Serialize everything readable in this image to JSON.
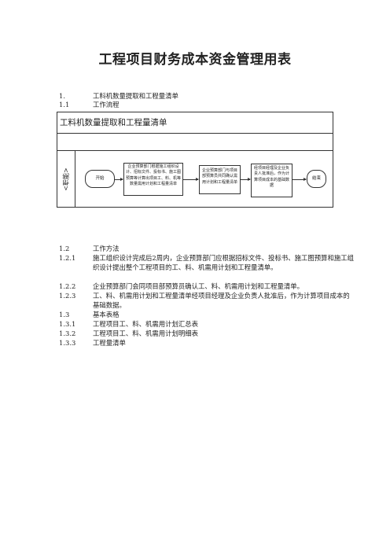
{
  "title": "工程项目财务成本资金管理用表",
  "sections": {
    "s1": {
      "num": "1.",
      "text": "工料机数量提取和工程量清单"
    },
    "s1_1": {
      "num": "1.1",
      "text": "工作流程"
    },
    "s1_2": {
      "num": "1.2",
      "text": "工作方法"
    },
    "s1_2_1": {
      "num": "1.2.1",
      "text": "施工组织设计完成后2周内，企业预算部门应根据招标文件、投标书、施工图预算和施工组织设计提出整个工程项目的工、料、机需用计划和工程量清单。"
    },
    "s1_2_2": {
      "num": "1.2.2",
      "text": "企业预算部门会同项目部预算员确认工、料、机需用计划和工程量清单。"
    },
    "s1_2_3": {
      "num": "1.2.3",
      "text": "工、料、机需用计划和工程量清单经项目经理及企业负责人批准后，作为计算项目成本的基础数据。"
    },
    "s1_3": {
      "num": "1.3",
      "text": "基本表格"
    },
    "s1_3_1": {
      "num": "1.3.1",
      "text": "工程项目工、料、机需用计划汇总表"
    },
    "s1_3_2": {
      "num": "1.3.2",
      "text": "工程项目工、料、机需用计划明细表"
    },
    "s1_3_3": {
      "num": "1.3.3",
      "text": "工程量清单"
    }
  },
  "flow": {
    "title": "工料机数量提取和工程量清单",
    "lane": "<职能>",
    "start": "开始",
    "step1": "企业预算部门根据施工组织设计、招标文件、投标书、施工图预算等计算出项目工、料、机等数量需用计划和工程量清单",
    "step2": "企业预算部门与项目部预算员共同确认需用计划和工程量清单",
    "step3": "经项目经理及企业负责人批准后，作为计算项目成本的基础数据",
    "end": "结束"
  }
}
